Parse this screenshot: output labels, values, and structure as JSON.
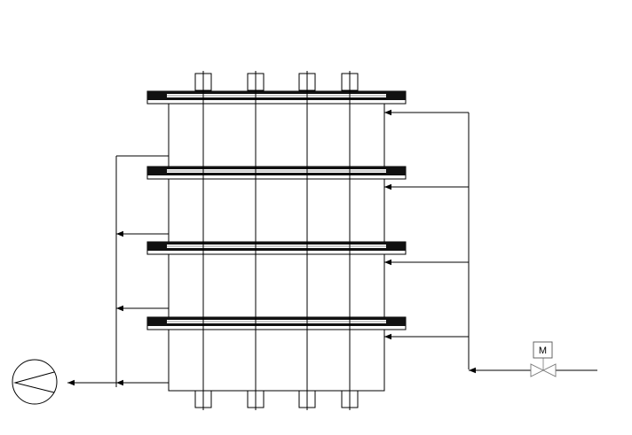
{
  "diagram": {
    "type": "process-schematic",
    "stack": {
      "shelf_count": 4,
      "column_count": 4,
      "chamber_count": 4
    },
    "motor_valve": {
      "label": "M"
    },
    "pump": {
      "symbol": "pump-circle"
    },
    "colors": {
      "line": "#000000",
      "plate_dark": "#111111",
      "plate_light": "#f2f2f2",
      "valve_gray": "#777777"
    }
  }
}
